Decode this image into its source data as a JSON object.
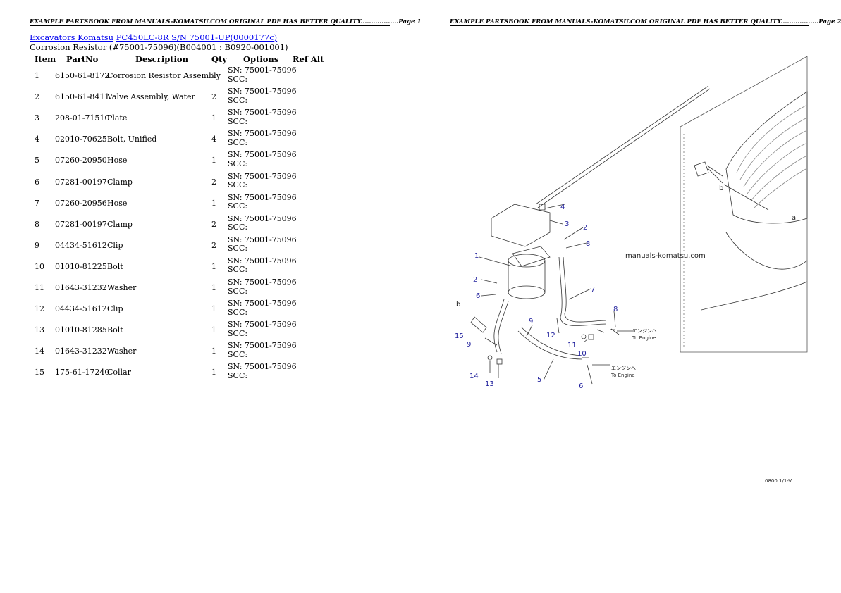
{
  "header": {
    "page1_text": "EXAMPLE PARTSBOOK FROM MANUALS-KOMATSU.COM ORIGINAL PDF HAS BETTER QUALITY..................Page 1",
    "page2_text": "EXAMPLE PARTSBOOK FROM MANUALS-KOMATSU.COM ORIGINAL PDF HAS BETTER QUALITY..................Page 2"
  },
  "breadcrumb": {
    "link1": "Excavators Komatsu",
    "link2": "PC450LC-8R S/N 75001-UP(0000177c)"
  },
  "subtitle": "Corrosion Resistor (#75001-75096)(B004001 : B0920-001001)",
  "table": {
    "columns": [
      "Item",
      "PartNo",
      "Description",
      "Qty",
      "Options",
      "Ref Alt"
    ],
    "rows": [
      {
        "item": "1",
        "part": "6150-61-8172",
        "desc": "Corrosion Resistor Assembly",
        "qty": "1",
        "opt1": "SN: 75001-75096",
        "opt2": "SCC:"
      },
      {
        "item": "2",
        "part": "6150-61-8411",
        "desc": "Valve Assembly, Water",
        "qty": "2",
        "opt1": "SN: 75001-75096",
        "opt2": "SCC:"
      },
      {
        "item": "3",
        "part": "208-01-71510",
        "desc": "Plate",
        "qty": "1",
        "opt1": "SN: 75001-75096",
        "opt2": "SCC:"
      },
      {
        "item": "4",
        "part": "02010-70625",
        "desc": "Bolt, Unified",
        "qty": "4",
        "opt1": "SN: 75001-75096",
        "opt2": "SCC:"
      },
      {
        "item": "5",
        "part": "07260-20950",
        "desc": "Hose",
        "qty": "1",
        "opt1": "SN: 75001-75096",
        "opt2": "SCC:"
      },
      {
        "item": "6",
        "part": "07281-00197",
        "desc": "Clamp",
        "qty": "2",
        "opt1": "SN: 75001-75096",
        "opt2": "SCC:"
      },
      {
        "item": "7",
        "part": "07260-20956",
        "desc": "Hose",
        "qty": "1",
        "opt1": "SN: 75001-75096",
        "opt2": "SCC:"
      },
      {
        "item": "8",
        "part": "07281-00197",
        "desc": "Clamp",
        "qty": "2",
        "opt1": "SN: 75001-75096",
        "opt2": "SCC:"
      },
      {
        "item": "9",
        "part": "04434-51612",
        "desc": "Clip",
        "qty": "2",
        "opt1": "SN: 75001-75096",
        "opt2": "SCC:"
      },
      {
        "item": "10",
        "part": "01010-81225",
        "desc": "Bolt",
        "qty": "1",
        "opt1": "SN: 75001-75096",
        "opt2": "SCC:"
      },
      {
        "item": "11",
        "part": "01643-31232",
        "desc": "Washer",
        "qty": "1",
        "opt1": "SN: 75001-75096",
        "opt2": "SCC:"
      },
      {
        "item": "12",
        "part": "04434-51612",
        "desc": "Clip",
        "qty": "1",
        "opt1": "SN: 75001-75096",
        "opt2": "SCC:"
      },
      {
        "item": "13",
        "part": "01010-81285",
        "desc": "Bolt",
        "qty": "1",
        "opt1": "SN: 75001-75096",
        "opt2": "SCC:"
      },
      {
        "item": "14",
        "part": "01643-31232",
        "desc": "Washer",
        "qty": "1",
        "opt1": "SN: 75001-75096",
        "opt2": "SCC:"
      },
      {
        "item": "15",
        "part": "175-61-17240",
        "desc": "Collar",
        "qty": "1",
        "opt1": "SN: 75001-75096",
        "opt2": "SCC:"
      }
    ]
  },
  "diagram": {
    "watermark": "manuals-komatsu.com",
    "callouts": [
      "1",
      "2",
      "2",
      "3",
      "4",
      "5",
      "6",
      "6",
      "7",
      "8",
      "8",
      "9",
      "9",
      "10",
      "11",
      "12",
      "13",
      "14",
      "15",
      "a",
      "b",
      "b"
    ],
    "to_engine_jp": "エンジンへ",
    "to_engine_en": "To Engine",
    "drawing_code": "0800 1/1-V"
  },
  "colors": {
    "link": "#0000ee",
    "callout": "#1a1a9a"
  }
}
